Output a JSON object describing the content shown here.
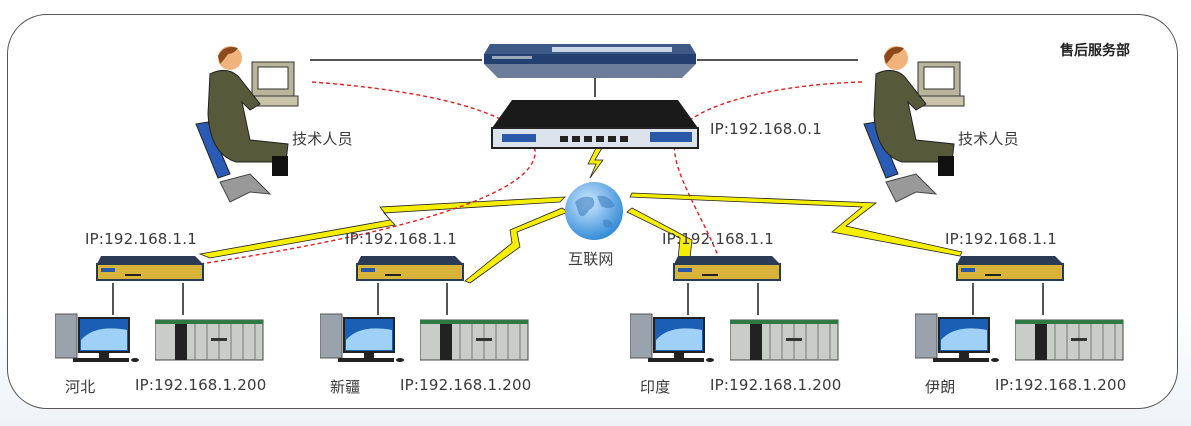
{
  "title": "售后服务部",
  "colors": {
    "frame": "#555555",
    "wireless_bolt": "#f5ee00",
    "vpn_dash": "#e02020",
    "wire": "#555555",
    "router_body": "#2b3b55",
    "router_face": "#d8b53a",
    "globe": "#4fa3e0"
  },
  "center": {
    "switch_icon": "network-switch-icon",
    "vpn_router_icon": "vpn-router-icon",
    "vpn_router_ip": "IP:192.168.0.1",
    "internet_label": "互联网",
    "globe_icon": "globe-icon"
  },
  "technicians": [
    {
      "label": "技术人员",
      "icon": "technician-at-computer-icon"
    },
    {
      "label": "技术人员",
      "icon": "technician-at-computer-icon"
    }
  ],
  "sites": [
    {
      "name": "河北",
      "gateway_ip": "IP:192.168.1.1",
      "plc_ip": "IP:192.168.1.200"
    },
    {
      "name": "新疆",
      "gateway_ip": "IP:192.168.1.1",
      "plc_ip": "IP:192.168.1.200"
    },
    {
      "name": "印度",
      "gateway_ip": "IP:192.168.1.1",
      "plc_ip": "IP:192.168.1.200"
    },
    {
      "name": "伊朗",
      "gateway_ip": "IP:192.168.1.1",
      "plc_ip": "IP:192.168.1.200"
    }
  ]
}
